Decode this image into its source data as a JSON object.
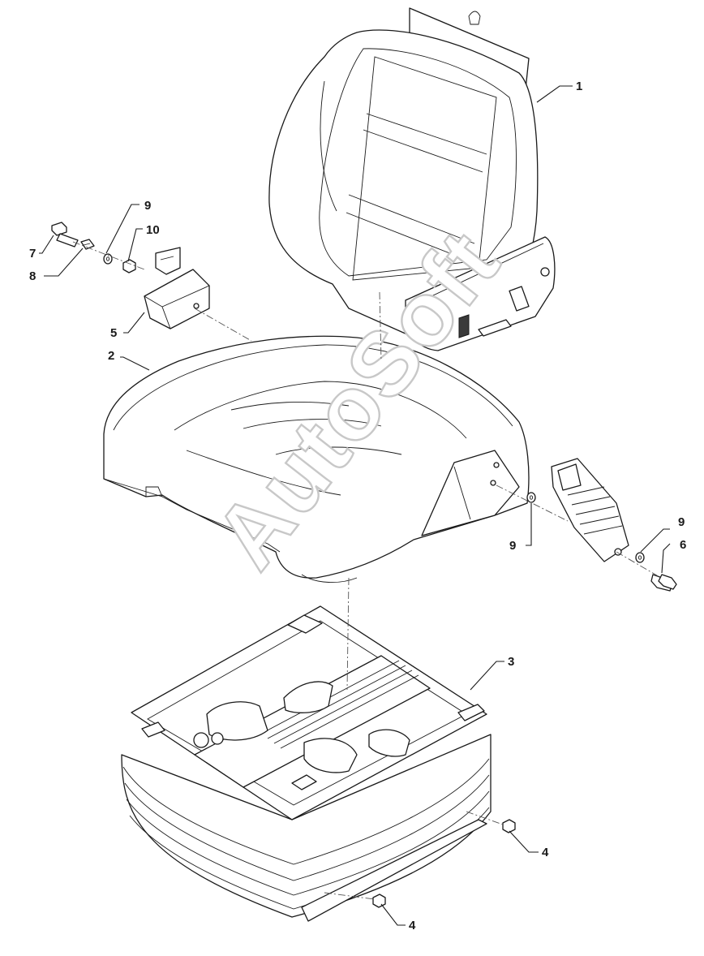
{
  "watermark": "AutoSoft",
  "callouts": [
    {
      "id": "c1",
      "label": "1"
    },
    {
      "id": "c2",
      "label": "2"
    },
    {
      "id": "c3",
      "label": "3"
    },
    {
      "id": "c4a",
      "label": "4"
    },
    {
      "id": "c4b",
      "label": "4"
    },
    {
      "id": "c5",
      "label": "5"
    },
    {
      "id": "c6",
      "label": "6"
    },
    {
      "id": "c7",
      "label": "7"
    },
    {
      "id": "c8",
      "label": "8"
    },
    {
      "id": "c9a",
      "label": "9"
    },
    {
      "id": "c9b",
      "label": "9"
    },
    {
      "id": "c9c",
      "label": "9"
    },
    {
      "id": "c10",
      "label": "10"
    }
  ],
  "colors": {
    "line": "#1a1a1a",
    "watermark_outline": "#c8c8c8",
    "background": "#ffffff"
  }
}
